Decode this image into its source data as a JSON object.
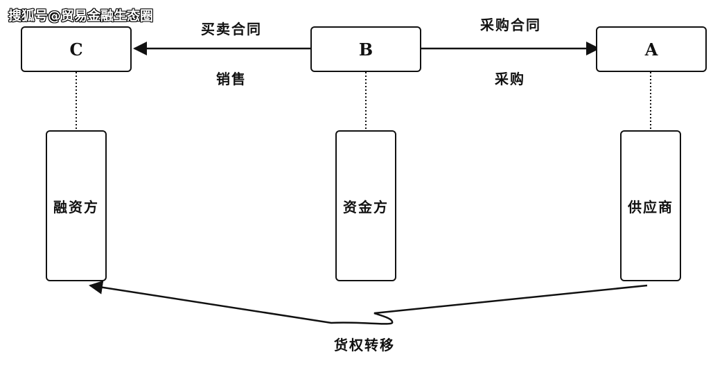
{
  "watermark": "搜狐号@贸易金融生态圈",
  "parties": {
    "c": "C",
    "b": "B",
    "a": "A"
  },
  "roles": {
    "c": "融资方",
    "b": "资金方",
    "a": "供应商"
  },
  "edges": {
    "b_to_c_top": "买卖合同",
    "b_to_c_bottom": "销售",
    "b_to_a_top": "采购合同",
    "b_to_a_bottom": "采购"
  },
  "transfer_label": "货权转移"
}
